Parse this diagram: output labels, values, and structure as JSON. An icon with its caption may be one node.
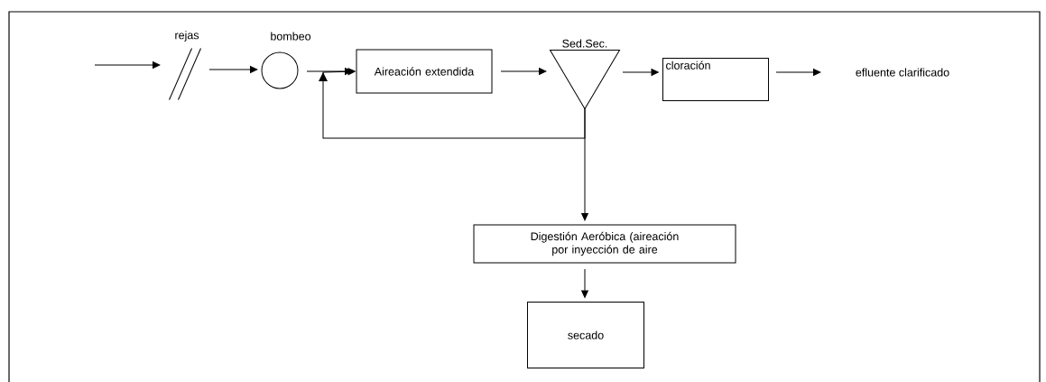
{
  "diagram": {
    "nodes": [
      {
        "text": [],
        "shape": "grate",
        "beside": [
          "rejas"
        ]
      },
      {
        "text": [],
        "shape": "circle",
        "beside": [
          "bombeo"
        ]
      },
      {
        "text": [
          "Aireación extendida"
        ]
      },
      {
        "text": [],
        "shape": "triangle",
        "beside": [
          "Sed.Sec."
        ]
      },
      {
        "text": [
          "cloración"
        ]
      },
      {
        "text": [
          "efluente clarificado"
        ]
      },
      {
        "text": [
          "Digestión Aeróbica (aireación por inyección de aire"
        ]
      },
      {
        "text": [
          "secado"
        ]
      }
    ],
    "edges": [
      {
        "from": null,
        "to": 0,
        "arrow": "to"
      },
      {
        "from": 0,
        "to": 1,
        "arrow": "to"
      },
      {
        "from": 1,
        "to": 2,
        "arrow": "to"
      },
      {
        "from": 2,
        "to": 3,
        "arrow": "to"
      },
      {
        "from": 3,
        "to": 4,
        "arrow": "to"
      },
      {
        "from": 4,
        "to": 5,
        "arrow": "to"
      },
      {
        "from": 3,
        "to": 2,
        "arrow": "to"
      },
      {
        "from": 3,
        "to": 6,
        "arrow": "to"
      },
      {
        "from": 6,
        "to": 7,
        "arrow": "to"
      }
    ]
  }
}
